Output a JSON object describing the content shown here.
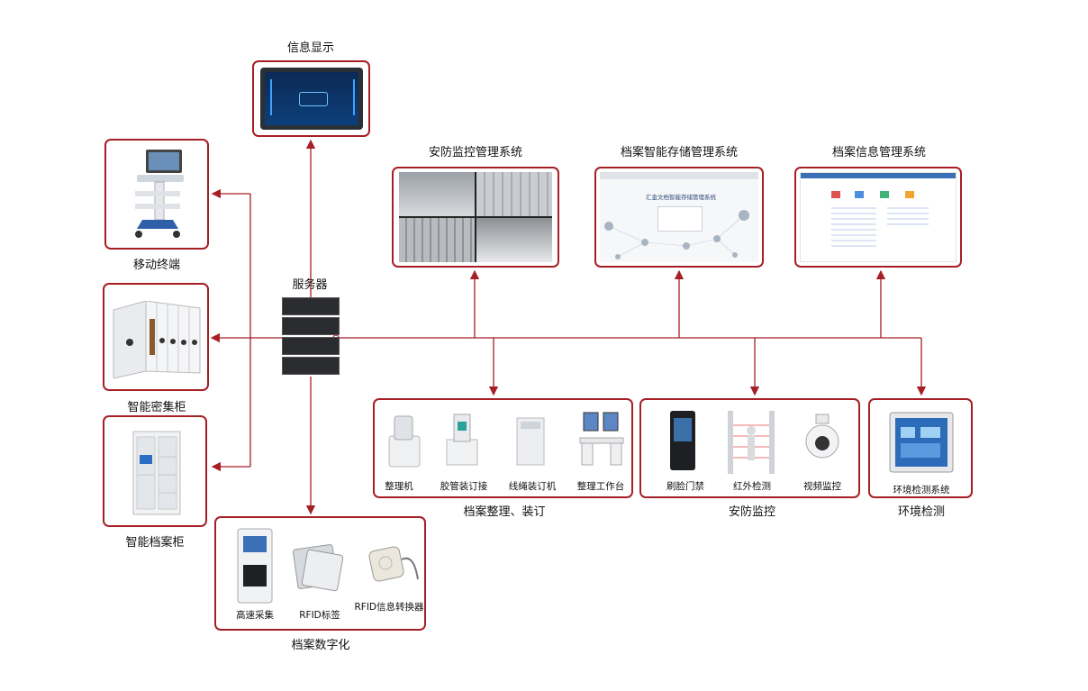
{
  "colors": {
    "accent": "#a61f25",
    "text": "#111111"
  },
  "nodes": {
    "info_display": "信息显示",
    "server": "服务器",
    "mobile_terminal": "移动终端",
    "dense_cabinet": "智能密集柜",
    "archive_cabinet": "智能档案柜",
    "security_system": "安防监控管理系统",
    "storage_system": "档案智能存储管理系统",
    "info_system": "档案信息管理系统"
  },
  "groups": {
    "binding": {
      "title": "档案整理、装订",
      "items": [
        "整理机",
        "胶管装订接",
        "线绳装订机",
        "整理工作台"
      ]
    },
    "security": {
      "title": "安防监控",
      "items": [
        "刷脸门禁",
        "红外检测",
        "视频监控"
      ]
    },
    "environment": {
      "title": "环境检测",
      "items": [
        "环境检测系统"
      ]
    },
    "digitize": {
      "title": "档案数字化",
      "items": [
        "高速采集",
        "RFID标签",
        "RFID信息转换器"
      ]
    }
  },
  "screens": {
    "storage_title": "汇金文档智能存储管理系统"
  }
}
